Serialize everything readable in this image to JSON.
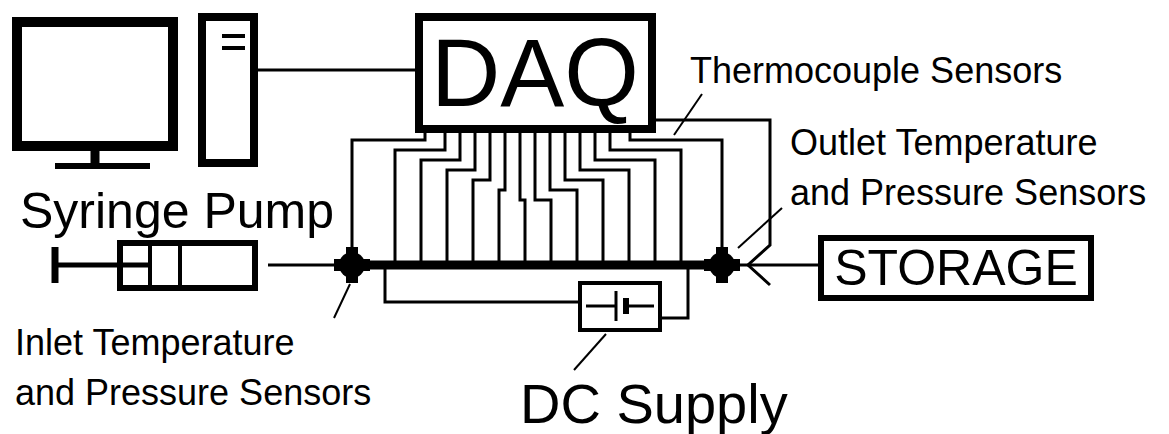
{
  "diagram": {
    "nodes": [
      {
        "text": [
          "DAQ"
        ]
      },
      {
        "text": [
          "STORAGE"
        ]
      }
    ],
    "labels": [
      "Thermocouple Sensors",
      "Outlet Temperature and Pressure Sensors",
      "Syringe Pump",
      "Inlet Temperature and Pressure Sensors",
      "DC Supply"
    ]
  }
}
